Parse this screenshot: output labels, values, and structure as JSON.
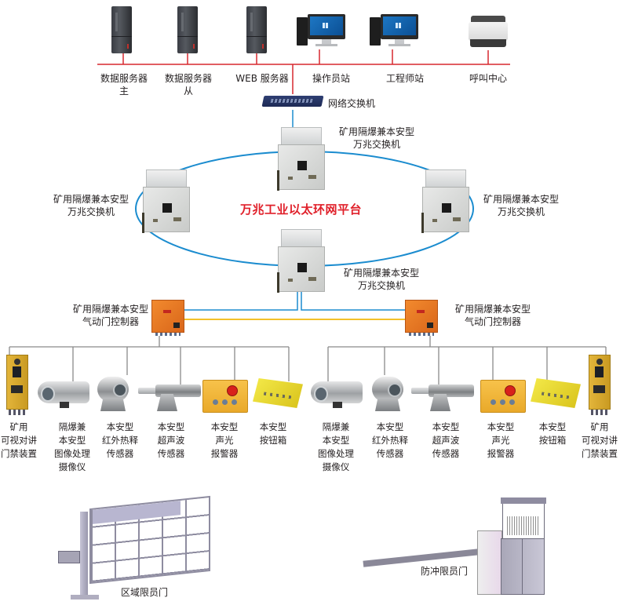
{
  "diagram": {
    "title": "万兆工业以太环网平台",
    "colors": {
      "top_bus": "#d7282f",
      "ring": "#1b8ccf",
      "fiber_link": "#1b8ccf",
      "yellow_link": "#f3c12b",
      "field_bus": "#8a8a8a",
      "title_red": "#e0202a"
    },
    "top_devices": [
      {
        "id": "data-server-master",
        "icon": "tower-server-icon",
        "label": "数据服务器\n主"
      },
      {
        "id": "data-server-slave",
        "icon": "tower-server-icon",
        "label": "数据服务器\n从"
      },
      {
        "id": "web-server",
        "icon": "tower-server-icon",
        "label": "WEB 服务器"
      },
      {
        "id": "operator-station",
        "icon": "workstation-icon",
        "label": "操作员站"
      },
      {
        "id": "engineer-station",
        "icon": "workstation-icon",
        "label": "工程师站"
      },
      {
        "id": "call-center",
        "icon": "printer-icon",
        "label": "呼叫中心"
      }
    ],
    "network_switch": {
      "icon": "network-switch-icon",
      "label": "网络交换机"
    },
    "ring_switches": [
      {
        "position": "top",
        "icon": "explosion-proof-switch-icon",
        "label": "矿用隔爆兼本安型\n万兆交换机"
      },
      {
        "position": "left",
        "icon": "explosion-proof-switch-icon",
        "label": "矿用隔爆兼本安型\n万兆交换机"
      },
      {
        "position": "right",
        "icon": "explosion-proof-switch-icon",
        "label": "矿用隔爆兼本安型\n万兆交换机"
      },
      {
        "position": "bottom",
        "icon": "explosion-proof-switch-icon",
        "label": "矿用隔爆兼本安型\n万兆交换机"
      }
    ],
    "controllers": [
      {
        "position": "left",
        "icon": "pneumatic-door-controller-icon",
        "label": "矿用隔爆兼本安型\n气动门控制器"
      },
      {
        "position": "right",
        "icon": "pneumatic-door-controller-icon",
        "label": "矿用隔爆兼本安型\n气动门控制器"
      }
    ],
    "left_field_devices": [
      {
        "icon": "intercom-access-icon",
        "label": "矿用\n可视对讲\n门禁装置"
      },
      {
        "icon": "camera-icon",
        "label": "隔爆兼\n本安型\n图像处理\n摄像仪"
      },
      {
        "icon": "infrared-sensor-icon",
        "label": "本安型\n红外热释\n传感器"
      },
      {
        "icon": "ultrasonic-sensor-icon",
        "label": "本安型\n超声波\n传感器"
      },
      {
        "icon": "alarm-icon",
        "label": "本安型\n声光\n报警器"
      },
      {
        "icon": "button-box-icon",
        "label": "本安型\n按钮箱"
      }
    ],
    "right_field_devices": [
      {
        "icon": "camera-icon",
        "label": "隔爆兼\n本安型\n图像处理\n摄像仪"
      },
      {
        "icon": "infrared-sensor-icon",
        "label": "本安型\n红外热释\n传感器"
      },
      {
        "icon": "ultrasonic-sensor-icon",
        "label": "本安型\n超声波\n传感器"
      },
      {
        "icon": "alarm-icon",
        "label": "本安型\n声光\n报警器"
      },
      {
        "icon": "button-box-icon",
        "label": "本安型\n按钮箱"
      },
      {
        "icon": "intercom-access-icon",
        "label": "矿用\n可视对讲\n门禁装置"
      }
    ],
    "gates": [
      {
        "icon": "region-gate-icon",
        "label": "区域限员门"
      },
      {
        "icon": "anti-collision-gate-icon",
        "label": "防冲限员门"
      }
    ]
  }
}
